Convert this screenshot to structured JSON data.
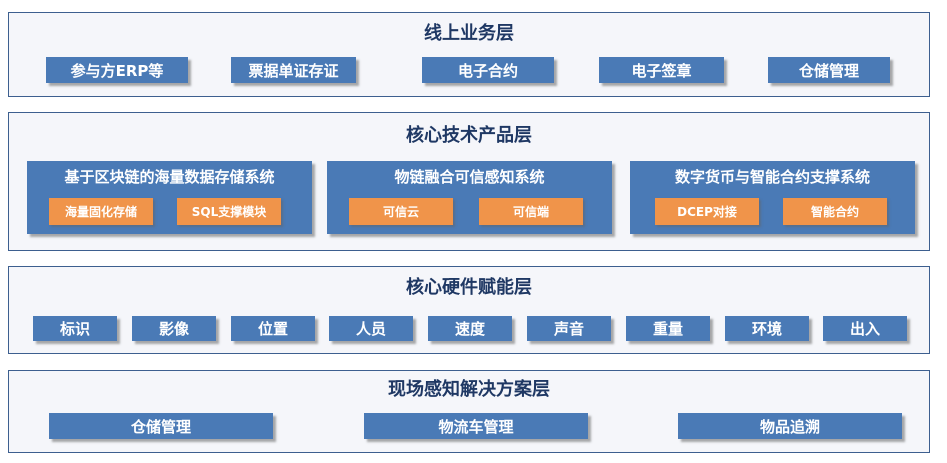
{
  "layers": {
    "online": {
      "title": "线上业务层",
      "items": [
        "参与方ERP等",
        "票据单证存证",
        "电子合约",
        "电子签章",
        "仓储管理"
      ]
    },
    "core_tech": {
      "title": "核心技术产品层",
      "panels": [
        {
          "title": "基于区块链的海量数据存储系统",
          "items": [
            "海量固化存储",
            "SQL支撑模块"
          ]
        },
        {
          "title": "物链融合可信感知系统",
          "items": [
            "可信云",
            "可信端"
          ]
        },
        {
          "title": "数字货币与智能合约支撑系统",
          "items": [
            "DCEP对接",
            "智能合约"
          ]
        }
      ]
    },
    "hardware": {
      "title": "核心硬件赋能层",
      "items": [
        "标识",
        "影像",
        "位置",
        "人员",
        "速度",
        "声音",
        "重量",
        "环境",
        "出入"
      ]
    },
    "solution": {
      "title": "现场感知解决方案层",
      "items": [
        "仓储管理",
        "物流车管理",
        "物品追溯"
      ]
    }
  },
  "colors": {
    "box_blue": "#4a7ab6",
    "sub_orange": "#f0944a",
    "title_navy": "#1f3864",
    "layer_bg": "#f5f6fa"
  }
}
